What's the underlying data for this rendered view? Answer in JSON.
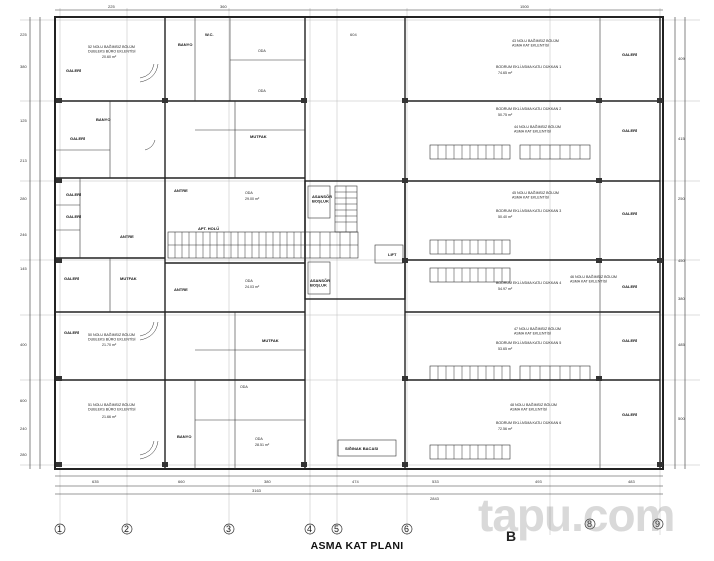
{
  "title": "ASMA KAT PLANI",
  "watermark": "tapu.com",
  "section_letter": "B",
  "axis_labels": [
    "1",
    "2",
    "3",
    "4",
    "5",
    "6",
    "8",
    "9"
  ],
  "rooms": {
    "banyo_top": "BANYO",
    "wc_top": "W.C.",
    "banyo_mid": "BANYO",
    "galeri_tl": "GALERİ",
    "galeri_l2": "GALERİ",
    "galeri_l3": "GALERİ",
    "galeri_l4": "GALERİ",
    "galeri_l5": "GALERİ",
    "galeri_l6": "GALERİ",
    "antre_l": "ANTRE",
    "antre_c1": "ANTRE",
    "antre_c2": "ANTRE",
    "mutfak_l": "MUTFAK",
    "mutfak_c": "MUTFAK",
    "mutfak_top": "MUTFAK",
    "asansor_1": "ASANSÖR\nBOŞLUK",
    "asansor_2": "ASANSÖR\nBOŞLUK",
    "apt_holu": "APT. HOLÜ",
    "lift": "LIFT",
    "siginak": "SIĞINAK BACASI",
    "banyo_bot": "BANYO",
    "oda_1": "ODA",
    "oda_2": "ODA",
    "oda_3": "ODA",
    "oda_4": "ODA",
    "oda_5": "ODA",
    "oda_6": "ODA",
    "galeri_r1": "GALERİ",
    "galeri_r2": "GALERİ",
    "galeri_r3": "GALERİ",
    "galeri_r4": "GALERİ",
    "galeri_r5": "GALERİ",
    "galeri_r6": "GALERİ"
  },
  "units_left": {
    "u52": "52 NOLU BAĞIMSIZ BÖLÜM\nDUBLEKS BÜRO EKLENTİSİ",
    "u50": "50 NOLU BAĞIMSIZ BÖLÜM\nDUBLEKS BÜRO EKLENTİSİ",
    "u51": "51 NOLU BAĞIMSIZ BÖLÜM\nDUBLEKS BÜRO EKLENTİSİ"
  },
  "units_right": {
    "u43": "43 NOLU BAĞIMSIZ BÖLÜM\nASMA KAT EKLENTİSİ",
    "b1": "BODRUM EKLİ ASMA KATLI DÜKKAN 1",
    "b2": "BODRUM EKLİ ASMA KATLI DÜKKAN 2",
    "u44": "44 NOLU BAĞIMSIZ BÖLÜM\nASMA KAT EKLENTİSİ",
    "u45": "45 NOLU BAĞIMSIZ BÖLÜM\nASMA KAT EKLENTİSİ",
    "b3": "BODRUM EKLİ ASMA KATLI DÜKKAN 3",
    "u46": "46 NOLU BAĞIMSIZ BÖLÜM\nASMA KAT EKLENTİSİ",
    "b4": "BODRUM EKLİ ASMA KATLI DÜKKAN 4",
    "u47": "47 NOLU BAĞIMSIZ BÖLÜM\nASMA KAT EKLENTİSİ",
    "b5": "BODRUM EKLİ ASMA KATLI DÜKKAN 5",
    "u48": "48 NOLU BAĞIMSIZ BÖLÜM\nASMA KAT EKLENTİSİ",
    "b6": "BODRUM EKLİ ASMA KATLI DÜKKAN 6"
  },
  "areas": {
    "a1": "20.60 m²",
    "a2": "21.70 m²",
    "a3": "21.66 m²",
    "a4": "29.00 m²",
    "a5": "74.65 m²",
    "a6": "50.75 m²",
    "a7": "50.40 m²",
    "a8": "54.97 m²",
    "a9": "53.65 m²",
    "a10": "72.56 m²",
    "a11": "24.03 m²",
    "a12": "28.51 m²"
  },
  "dims_top": [
    "225",
    "360",
    "604",
    "1500"
  ],
  "dims_bottom": [
    "635",
    "660",
    "380",
    "474",
    "533",
    "493",
    "483"
  ],
  "dims_total": [
    "3163",
    "2843"
  ],
  "dims_left": [
    "225",
    "380",
    "125",
    "213",
    "280",
    "246",
    "145",
    "400",
    "600",
    "240",
    "280"
  ],
  "dims_right": [
    "409",
    "415",
    "250",
    "450",
    "380",
    "485",
    "500"
  ],
  "colors": {
    "wall": "#222222",
    "grid": "#bbbbbb",
    "watermark": "#787878"
  }
}
